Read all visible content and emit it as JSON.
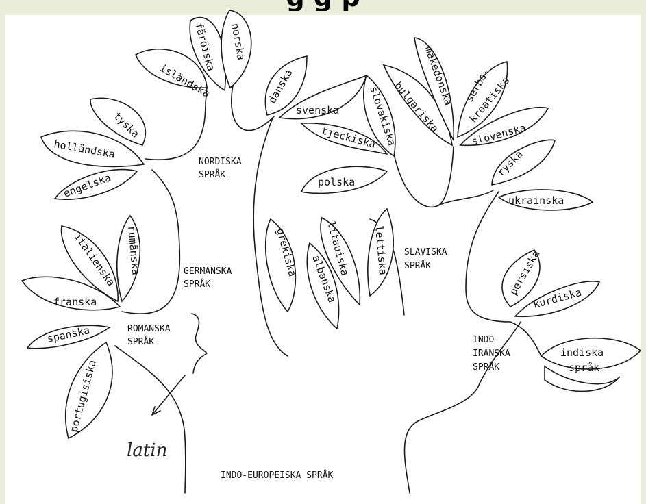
{
  "header": {
    "title_fragment": "g      g   p"
  },
  "languages": {
    "islandska": "isländska",
    "faroiska": "färöiska",
    "norska": "norska",
    "danska": "danska",
    "svenska": "svenska",
    "tyska": "tyska",
    "hollandska": "holländska",
    "engelska": "engelska",
    "italienska": "italienska",
    "rumanska": "rumänska",
    "franska": "franska",
    "spanska": "spanska",
    "portugisiska": "portugisiska",
    "slovakiska": "slovakiska",
    "bulgariska": "bulgariska",
    "makedonska": "makedonska",
    "serbokroatiska_1": "serbo-",
    "serbokroatiska_2": "kroatiska",
    "slovenska": "slovenska",
    "tjeckiska": "tjeckiska",
    "polska": "polska",
    "ryska": "ryska",
    "ukrainska": "ukrainska",
    "grekiska": "grekiska",
    "albanska": "albanska",
    "litauiska": "litauiska",
    "lettiska": "lettiska",
    "persiska": "persiska",
    "kurdiska": "kurdiska",
    "indiska_1": "indiska",
    "indiska_2": "språk"
  },
  "groups": {
    "nordiska_1": "NORDISKA",
    "nordiska_2": "SPRÅK",
    "germanska_1": "GERMANSKA",
    "germanska_2": "SPRÅK",
    "romanska_1": "ROMANSKA",
    "romanska_2": "SPRÅK",
    "slaviska_1": "SLAVISKA",
    "slaviska_2": "SPRÅK",
    "indoiranska_1": "INDO-",
    "indoiranska_2": "IRANSKA",
    "indoiranska_3": "SPRÅK"
  },
  "root": "INDO-EUROPEISKA SPRÅK",
  "annotation": "latin"
}
